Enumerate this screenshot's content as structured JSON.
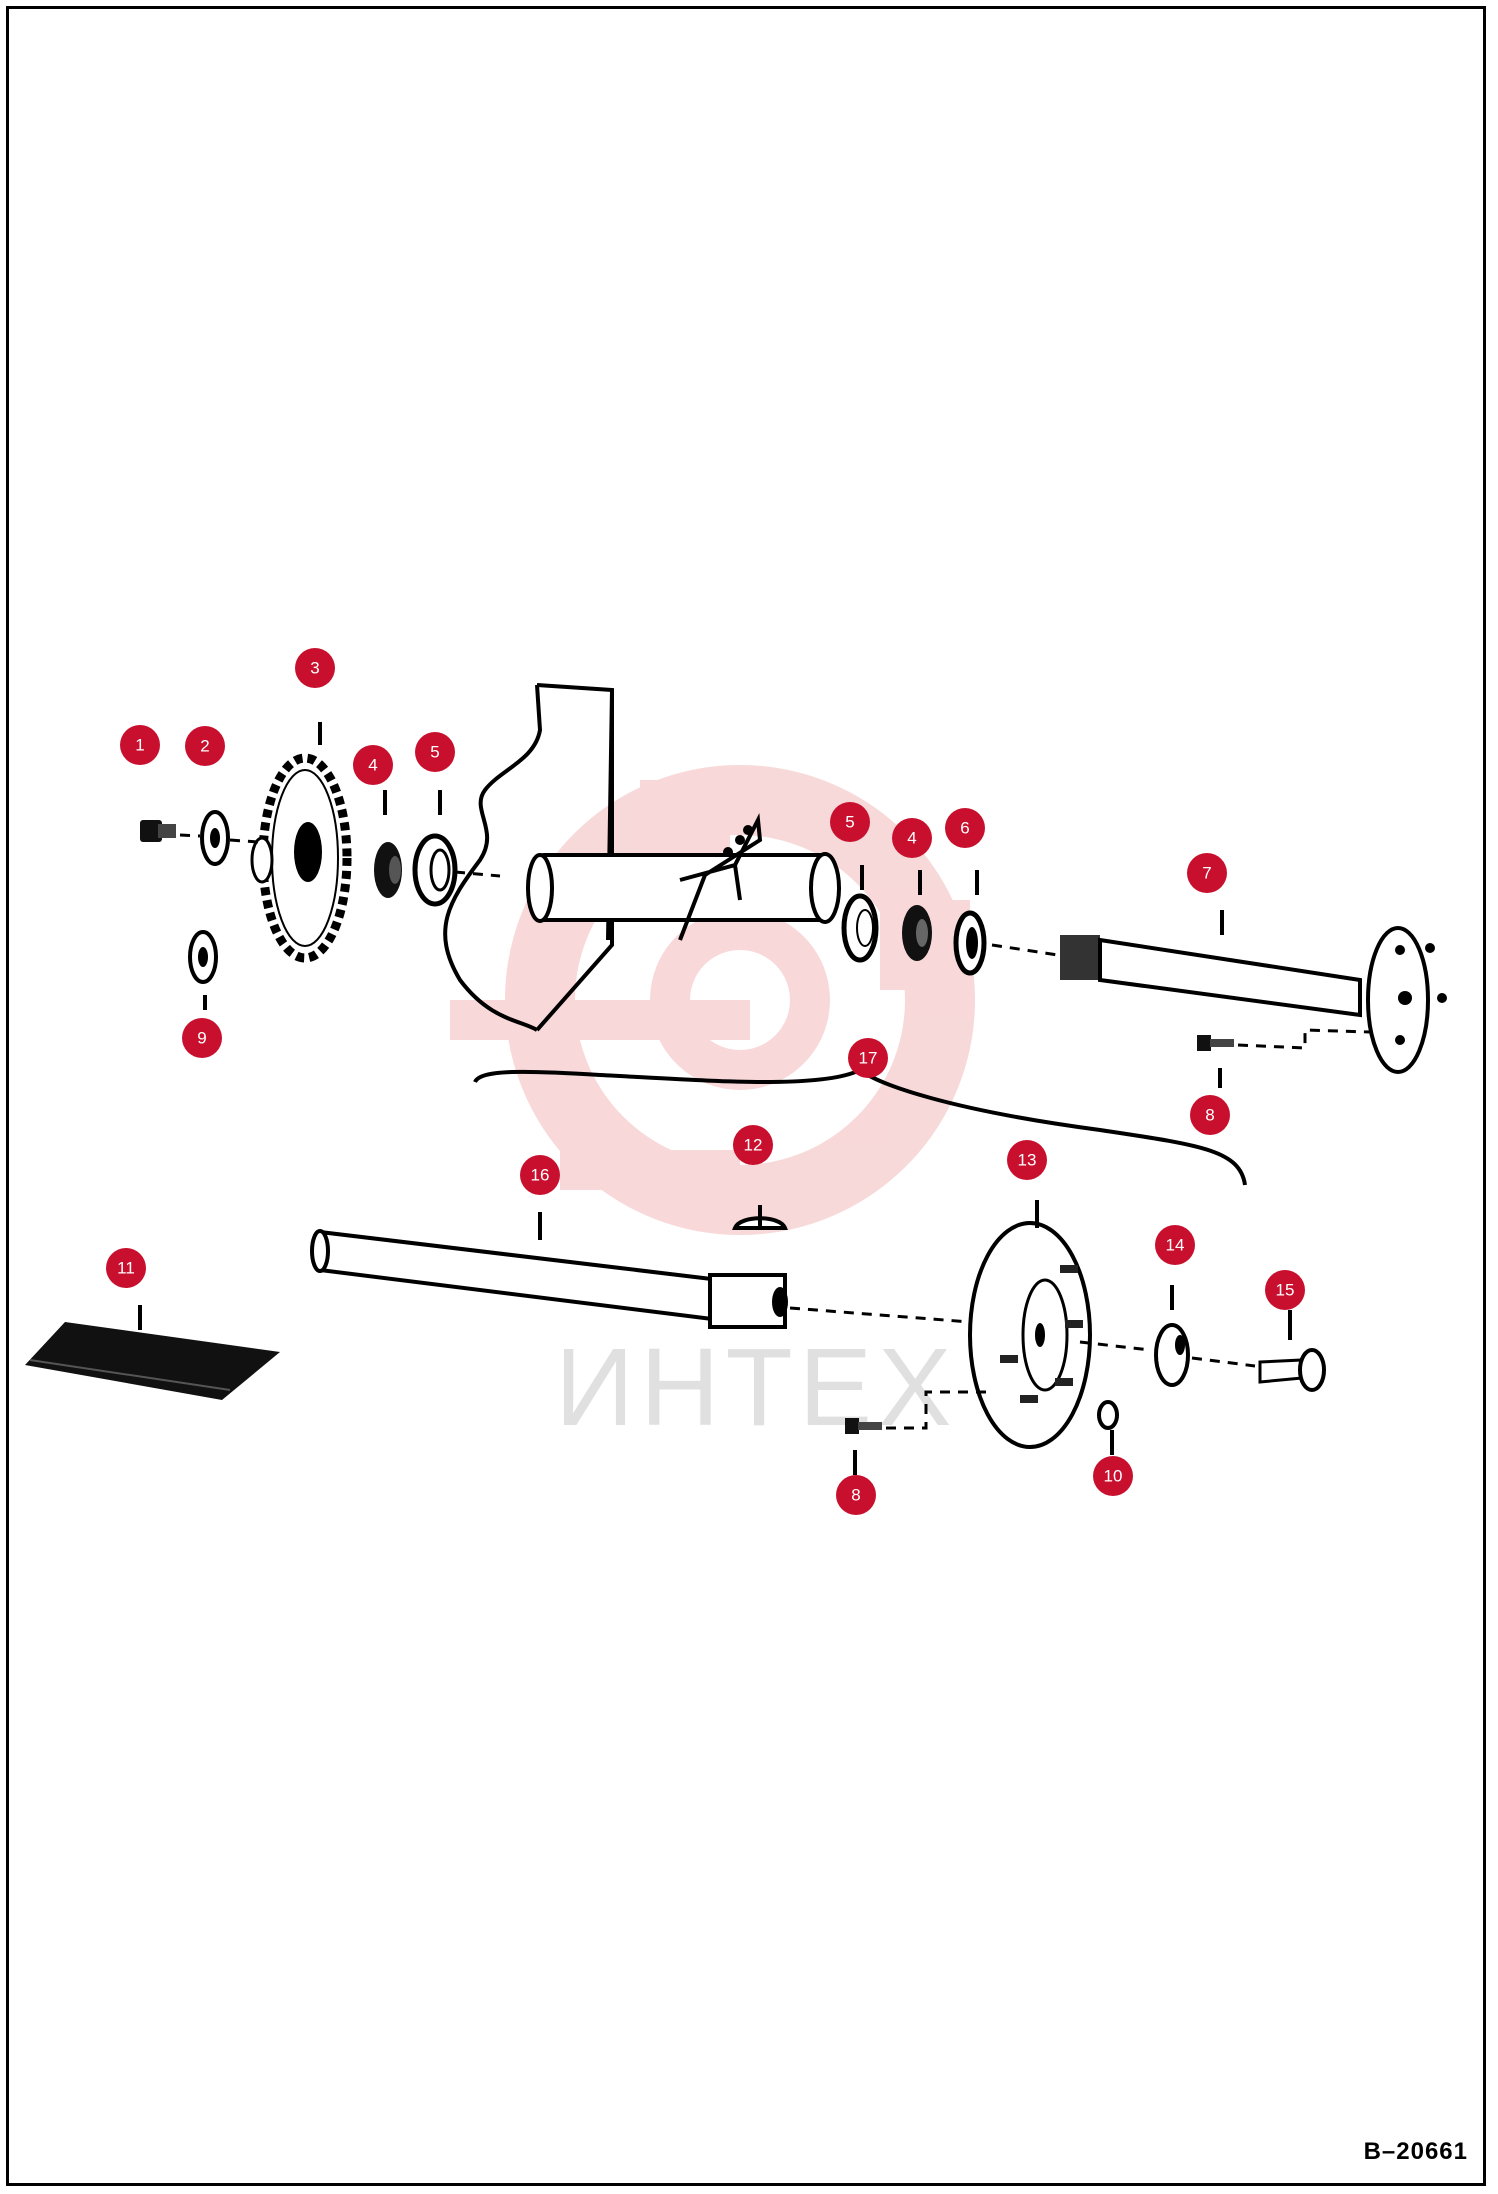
{
  "document": {
    "reference_code": "B–20661"
  },
  "watermark": {
    "text": "ИНТЕХ",
    "color": "#e05050"
  },
  "callouts": [
    {
      "label": "1"
    },
    {
      "label": "2"
    },
    {
      "label": "3"
    },
    {
      "label": "4"
    },
    {
      "label": "5"
    },
    {
      "label": "5"
    },
    {
      "label": "4"
    },
    {
      "label": "6"
    },
    {
      "label": "7"
    },
    {
      "label": "8"
    },
    {
      "label": "9"
    },
    {
      "label": "17"
    },
    {
      "label": "16"
    },
    {
      "label": "12"
    },
    {
      "label": "13"
    },
    {
      "label": "11"
    },
    {
      "label": "14"
    },
    {
      "label": "15"
    },
    {
      "label": "8"
    },
    {
      "label": "10"
    }
  ],
  "colors": {
    "callout_fill": "#c8102e",
    "ink": "#000000"
  }
}
